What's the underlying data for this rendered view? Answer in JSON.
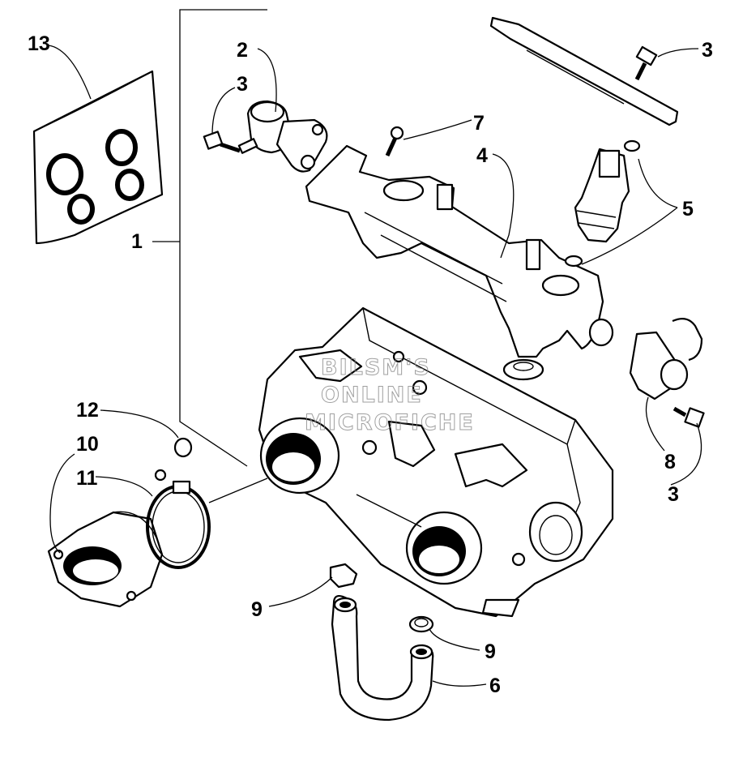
{
  "diagram": {
    "callouts": [
      {
        "id": "13",
        "text": "13"
      },
      {
        "id": "2",
        "text": "2"
      },
      {
        "id": "3a",
        "text": "3"
      },
      {
        "id": "3b",
        "text": "3"
      },
      {
        "id": "7",
        "text": "7"
      },
      {
        "id": "4",
        "text": "4"
      },
      {
        "id": "5",
        "text": "5"
      },
      {
        "id": "1",
        "text": "1"
      },
      {
        "id": "12",
        "text": "12"
      },
      {
        "id": "10",
        "text": "10"
      },
      {
        "id": "11",
        "text": "11"
      },
      {
        "id": "8",
        "text": "8"
      },
      {
        "id": "3c",
        "text": "3"
      },
      {
        "id": "9a",
        "text": "9"
      },
      {
        "id": "9b",
        "text": "9"
      },
      {
        "id": "6",
        "text": "6"
      }
    ],
    "watermark": [
      "BILSM'S",
      "ONLINE",
      "MICROFICHE"
    ]
  }
}
